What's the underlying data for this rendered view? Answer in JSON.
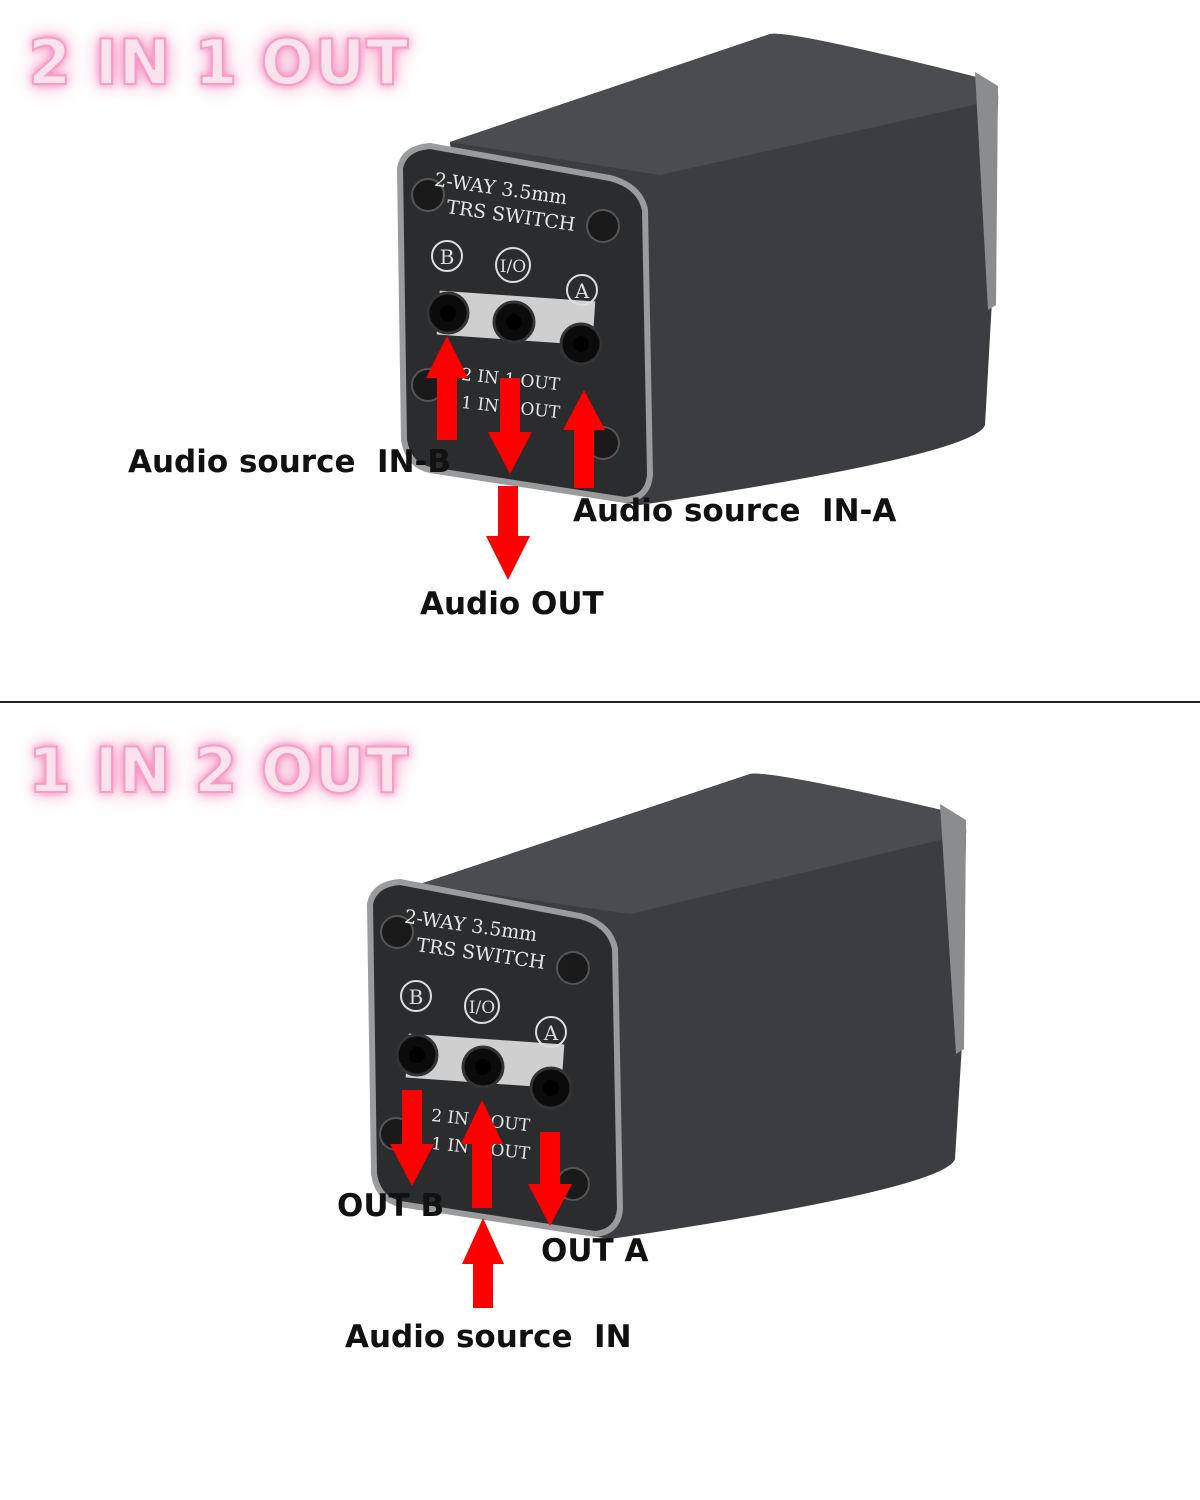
{
  "top": {
    "title": "2 IN 1 OUT",
    "label_in_b": "Audio source  IN-B",
    "label_in_a": "Audio source  IN-A",
    "label_out": "Audio OUT"
  },
  "bottom": {
    "title": "1 IN 2 OUT",
    "label_out_b": "OUT B",
    "label_out_a": "OUT A",
    "label_in": "Audio source  IN"
  },
  "device": {
    "line1": "2-WAY 3.5mm",
    "line2": "TRS SWITCH",
    "port_b": "B",
    "port_io": "I/O",
    "port_a": "A",
    "mode1": "2 IN 1 OUT",
    "mode2": "1 IN 2 OUT"
  },
  "colors": {
    "arrow": "#ff0000",
    "body": "#3a3c3f",
    "face": "#2c2e30",
    "title_fill": "#fbe3ee",
    "title_glow": "#f47bb4"
  }
}
